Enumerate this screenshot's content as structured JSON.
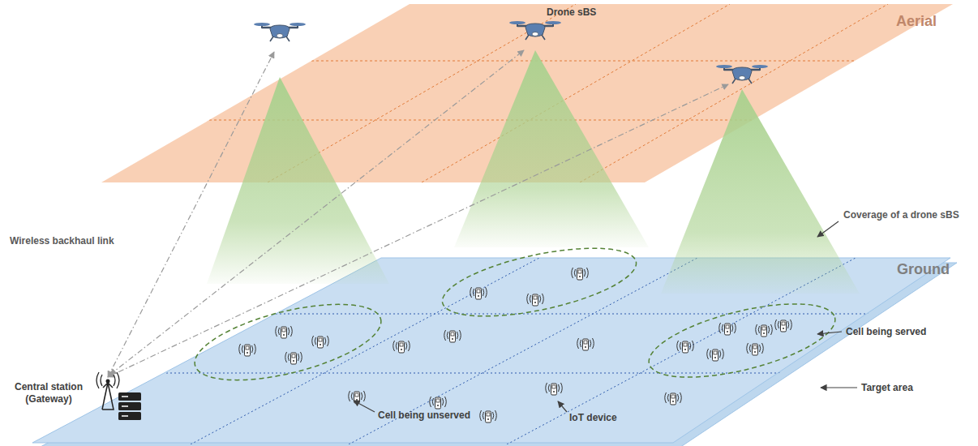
{
  "diagram": {
    "nodes": [
      {
        "text": [
          "Drone sBS"
        ]
      },
      {
        "text": [
          "Central station (Gateway)"
        ]
      }
    ],
    "edges": [
      {
        "from": 1,
        "to": 0,
        "arrow": "both"
      }
    ],
    "labels": [
      "Aerial",
      "Ground",
      "Coverage of a drone sBS",
      "Wireless backhaul link",
      "Cell being served",
      "Cell being unserved",
      "IoT device",
      "Target area"
    ]
  }
}
